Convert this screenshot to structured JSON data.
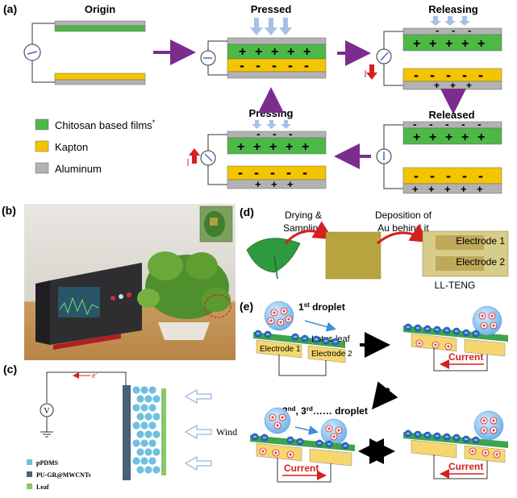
{
  "panel_a": {
    "label": "(a)",
    "origin": "Origin",
    "pressed": "Pressed",
    "releasing": "Releasing",
    "released": "Released",
    "pressing": "Pressing",
    "legend": {
      "chitosan": "Chitosan based films",
      "chitosan_mark": "*",
      "kapton": "Kapton",
      "aluminum": "Aluminum"
    },
    "plus": "+",
    "minus": "-",
    "colors": {
      "chitosan": "#4db848",
      "kapton": "#f5c400",
      "aluminum": "#b2b2b2",
      "arrow": "#7b2d8e",
      "press": "#a8c0e8",
      "current": "#d42020"
    }
  },
  "panel_b": {
    "label": "(b)"
  },
  "panel_c": {
    "label": "(c)",
    "electron": "e",
    "electron_sup": "-",
    "voltmeter": "V",
    "wind": "Wind",
    "legend": [
      "pPDMS",
      "PU-GR@MWCNTs",
      "Leaf"
    ]
  },
  "panel_d": {
    "label": "(d)",
    "step1_line1": "Drying &",
    "step1_line2": "Sampling",
    "step2_line1": "Deposition of",
    "step2_line2": "Au behind it",
    "electrode1": "Electrode 1",
    "electrode2": "Electrode 2",
    "device": "LL-TENG"
  },
  "panel_e": {
    "label": "(e)",
    "first_droplet_num": "1",
    "first_droplet_sup": "st",
    "first_droplet": " droplet",
    "lotus_leaf": "Lotus leaf",
    "electrode1": "Electrode 1",
    "electrode2": "Electrode 2",
    "current": "Current",
    "second_num": "2",
    "second_sup": "nd",
    "third_num": "3",
    "third_sup": "rd",
    "ellipsis": "……",
    "droplet": " droplet",
    "sep": ", "
  }
}
